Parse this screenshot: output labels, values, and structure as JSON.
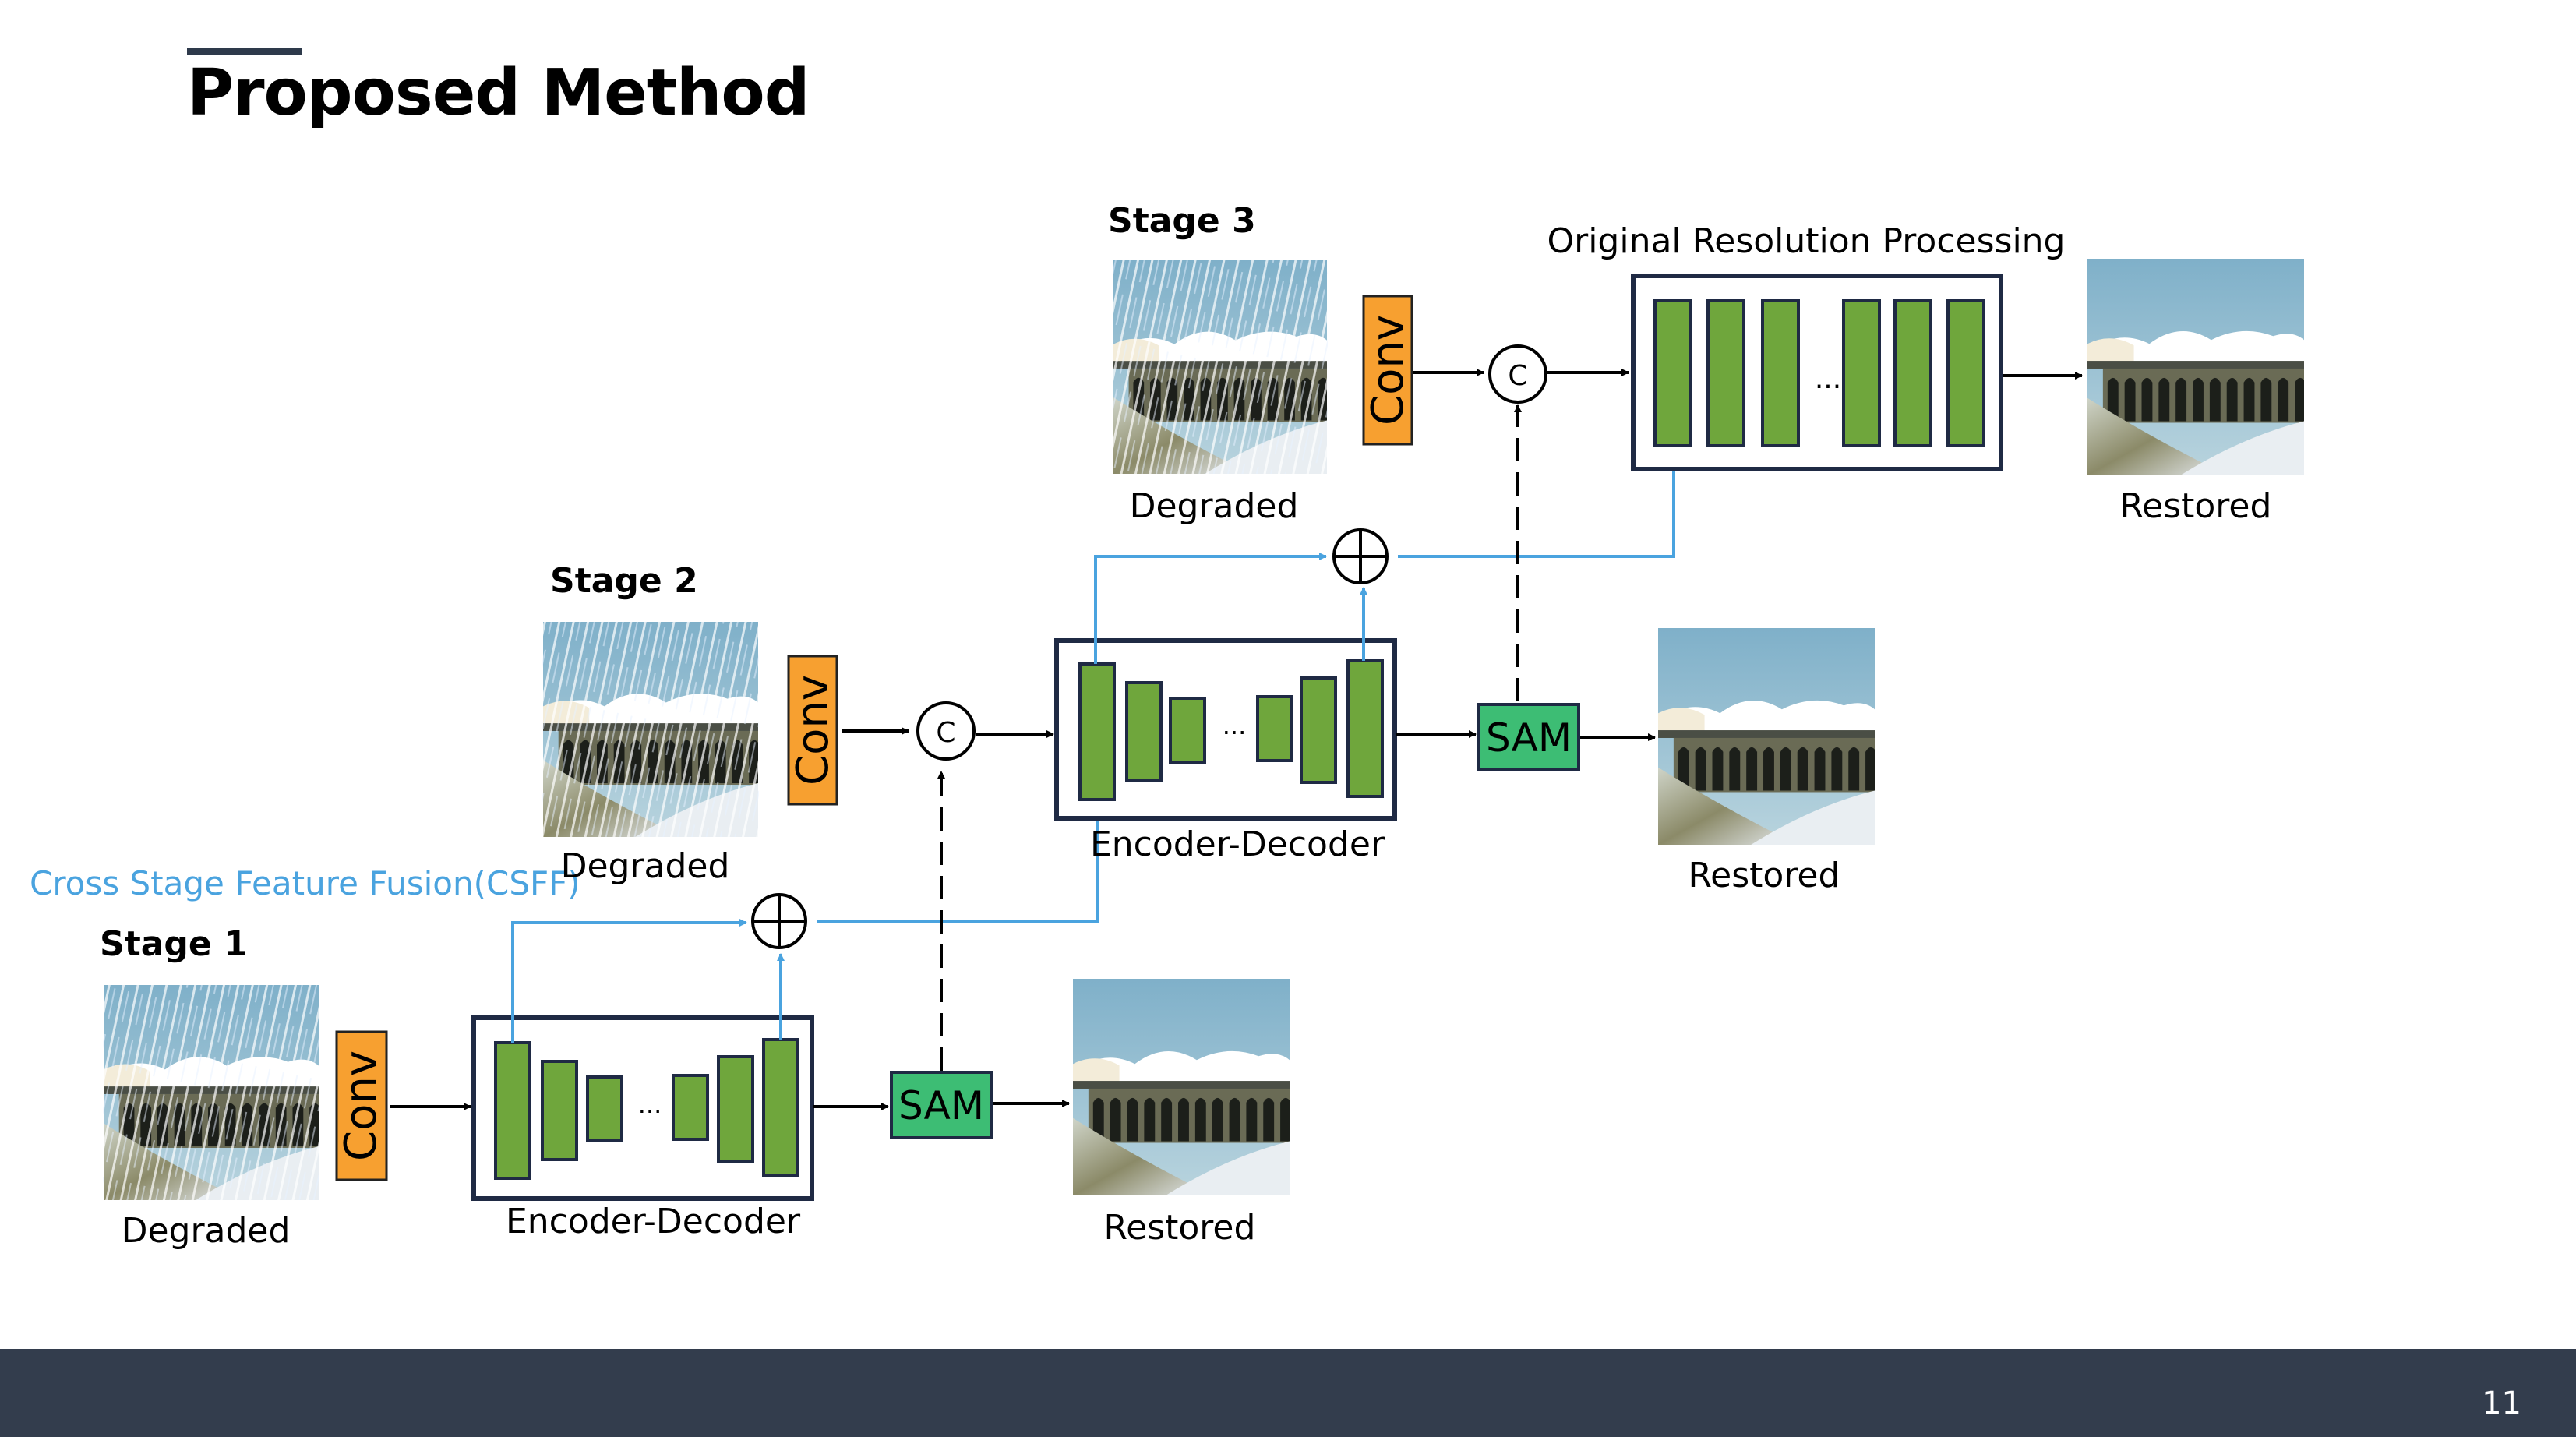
{
  "slide": {
    "title": "Proposed Method",
    "page_number": "11"
  },
  "diagram": {
    "csff_label": "Cross Stage Feature Fusion(CSFF)",
    "stage1": {
      "label": "Stage 1",
      "input_caption": "Degraded",
      "conv_label": "Conv",
      "block_caption": "Encoder-Decoder",
      "sam_label": "SAM",
      "output_caption": "Restored"
    },
    "stage2": {
      "label": "Stage 2",
      "input_caption": "Degraded",
      "conv_label": "Conv",
      "concat_symbol": "C",
      "block_caption": "Encoder-Decoder",
      "sam_label": "SAM",
      "output_caption": "Restored"
    },
    "stage3": {
      "label": "Stage 3",
      "input_caption": "Degraded",
      "conv_label": "Conv",
      "concat_symbol": "C",
      "block_caption": "Original Resolution Processing",
      "output_caption": "Restored"
    },
    "ellipsis": "...",
    "colors": {
      "conv": "#f7a030",
      "green_block": "#6fa63c",
      "sam": "#3dbd74",
      "frame": "#1f2a44",
      "csff": "#4aa3df",
      "footer": "#333d4d"
    }
  }
}
